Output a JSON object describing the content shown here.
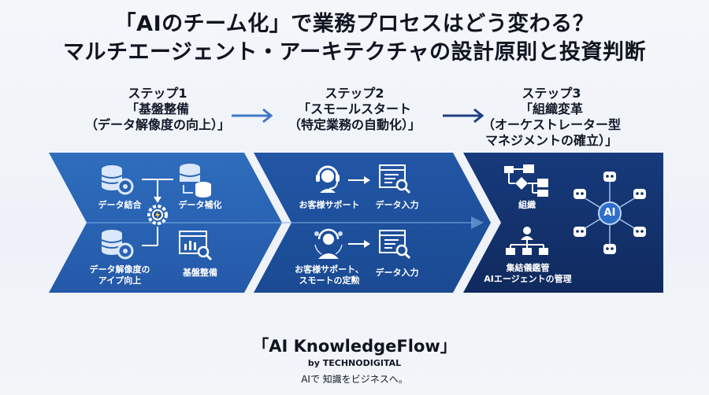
{
  "header": {
    "line1": "「AIのチーム化」で業務プロセスはどう変わる？",
    "line2": "マルチエージェント・アーキテクチャの設計原則と投資判断"
  },
  "steps": [
    {
      "number": "ステップ1",
      "title": "「基盤整備",
      "subtitle": "（データ解像度の向上）」",
      "items": [
        {
          "label": "データ結合",
          "icon": "database-gear-icon"
        },
        {
          "label": "データ補化",
          "icon": "database-stack-icon"
        },
        {
          "label": "データ解像度の\nアイプ向上",
          "icon": "database-gear-icon"
        },
        {
          "label": "基盤整備",
          "icon": "dashboard-search-icon"
        }
      ]
    },
    {
      "number": "ステップ2",
      "title": "「スモールスタート",
      "subtitle": "（特定業務の自動化）」",
      "items": [
        {
          "label": "お客様サポート",
          "icon": "headset-icon"
        },
        {
          "label": "データ入力",
          "icon": "browser-search-icon"
        },
        {
          "label": "お客様サポート、\nスモートの定勲",
          "icon": "support-agent-icon"
        },
        {
          "label": "データ入力",
          "icon": "browser-search-icon"
        }
      ]
    },
    {
      "number": "ステップ3",
      "title": "「組織変革",
      "subtitle": "（オーケストレーター型",
      "subtitle2": "マネジメントの確立）」",
      "items": [
        {
          "label": "組織",
          "icon": "org-flow-icon"
        },
        {
          "label": "集結儀鑑管\nAIエージェントの管理",
          "icon": "org-chart-icon"
        },
        {
          "label": "AI",
          "icon": "ai-hub-icon"
        }
      ]
    }
  ],
  "footer": {
    "brand": "「AI KnowledgeFlow」",
    "by": "by TECHNODIGITAL",
    "tagline": "AIで 知識をビジネスへ。"
  },
  "colors": {
    "step1": "#2a63b3",
    "step2": "#1d4f9b",
    "step3": "#14306b",
    "arrow_light": "#3f78c6",
    "arrow_dark": "#1d3f80"
  }
}
